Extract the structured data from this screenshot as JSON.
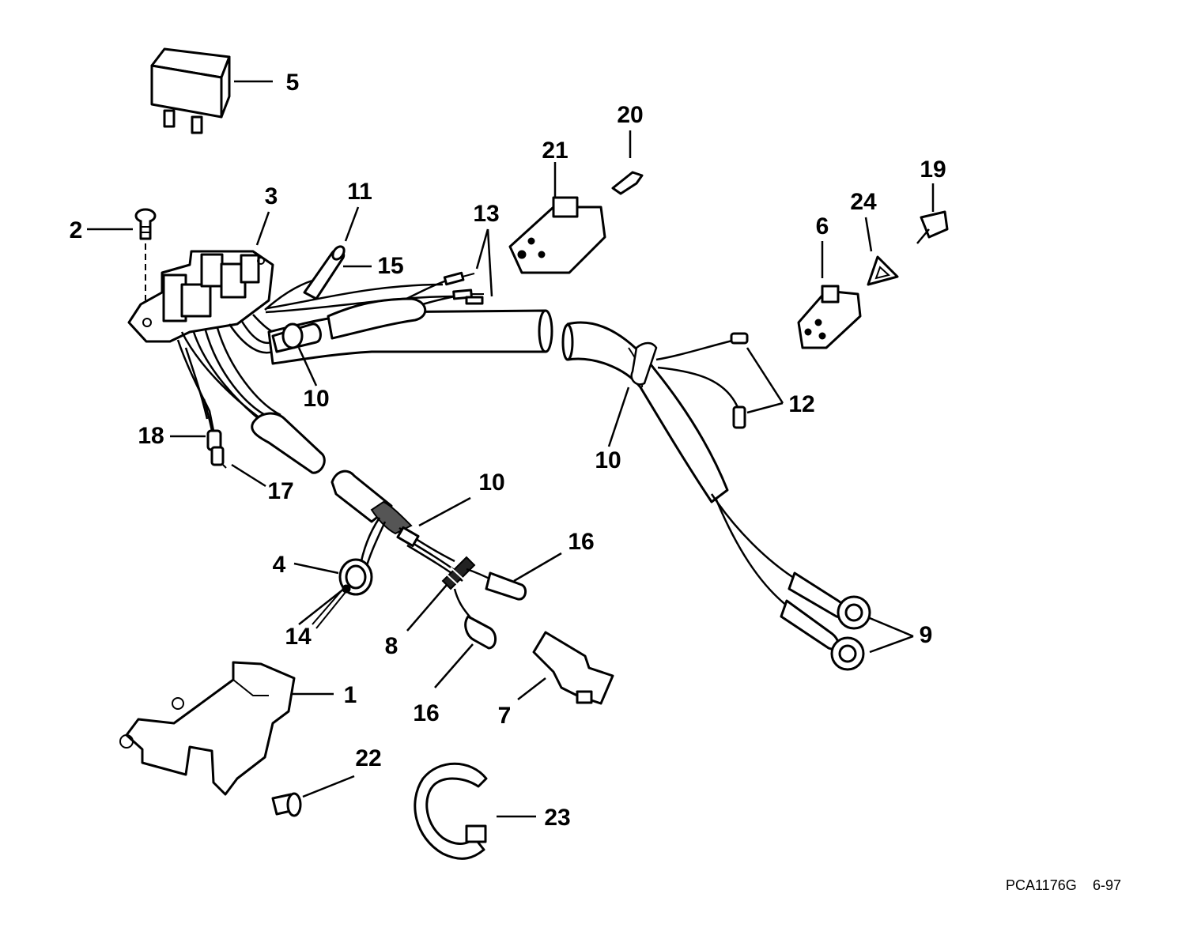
{
  "callouts": {
    "c1": "1",
    "c2": "2",
    "c3": "3",
    "c4": "4",
    "c5": "5",
    "c6": "6",
    "c7": "7",
    "c8": "8",
    "c9": "9",
    "c10a": "10",
    "c10b": "10",
    "c10c": "10",
    "c11": "11",
    "c12": "12",
    "c13": "13",
    "c14": "14",
    "c15": "15",
    "c16a": "16",
    "c16b": "16",
    "c17": "17",
    "c18": "18",
    "c19": "19",
    "c20": "20",
    "c21": "21",
    "c22": "22",
    "c23": "23",
    "c24": "24"
  },
  "drawing_code": "PCA1176G",
  "drawing_date": "6-97"
}
